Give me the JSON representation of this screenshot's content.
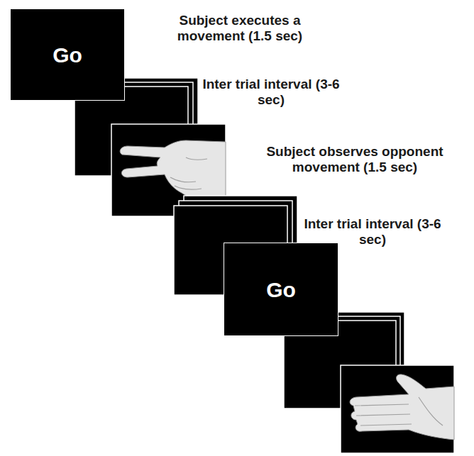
{
  "diagram": {
    "nodes": [
      {
        "text": [
          "Go"
        ]
      },
      {
        "text": [
          "Go"
        ]
      }
    ],
    "labels": [
      "Subject executes a movement (1.5 sec)",
      "Inter trial interval (3-6 sec)",
      "Subject observes opponent movement (1.5 sec)",
      "Inter trial interval (3-6 sec)"
    ]
  }
}
